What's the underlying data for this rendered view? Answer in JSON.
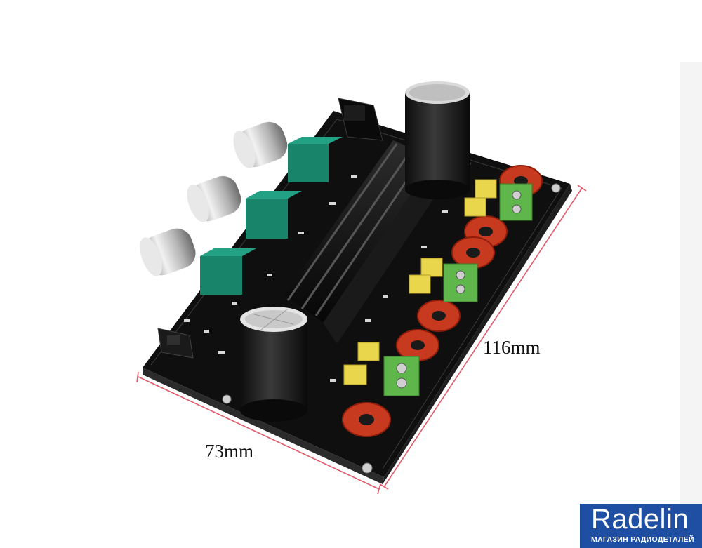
{
  "dimensions": {
    "width_label": "73mm",
    "length_label": "116mm"
  },
  "logo": {
    "name": "Radelin",
    "tagline": "МАГАЗИН РАДИОДЕТАЛЕЙ"
  },
  "colors": {
    "pcb": "#111111",
    "dimension_line": "#e05a6a",
    "knob_cap": "#d0d0d0",
    "potentiometer": "#18846a",
    "inductor": "#c83a1f",
    "capacitor_yellow": "#e9d64c",
    "terminal_green": "#5fb64a",
    "logo_bg": "#1f4fa3"
  }
}
